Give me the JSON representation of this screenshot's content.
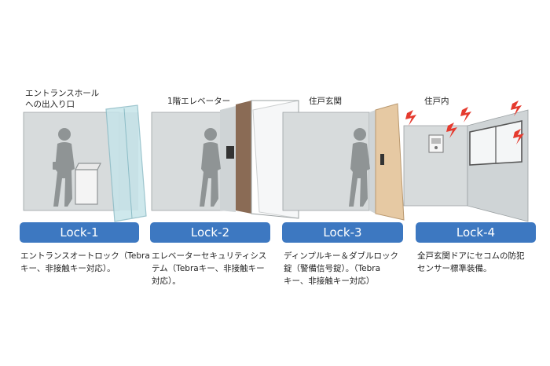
{
  "locations": [
    {
      "lines": [
        "エントランスホール",
        "への出入り口"
      ]
    },
    {
      "lines": [
        "1階エレベーター"
      ]
    },
    {
      "lines": [
        "住戸玄関"
      ]
    },
    {
      "lines": [
        "住戸内"
      ]
    }
  ],
  "locks": [
    {
      "label": "Lock-1",
      "desc": [
        "エントランスオートロック（Tebra",
        "キー、非接触キー対応）。"
      ]
    },
    {
      "label": "Lock-2",
      "desc": [
        "エレベーターセキュリティシス",
        "テム（Tebraキー、非接触キー",
        "対応）。"
      ]
    },
    {
      "label": "Lock-3",
      "desc": [
        "ディンプルキー＆ダブルロック",
        "錠（警備信号錠）。（Tebra",
        "キー、非接触キー対応）"
      ]
    },
    {
      "label": "Lock-4",
      "desc": [
        "全戸玄関ドアにセコムの防犯",
        "センサー標準装備。"
      ]
    }
  ],
  "colors": {
    "accent": "#3d78c1",
    "wall": "#d7dbdc",
    "silhouette": "#8f9495",
    "door_wood": "#e6c9a3",
    "alarm": "#e53a2e"
  }
}
